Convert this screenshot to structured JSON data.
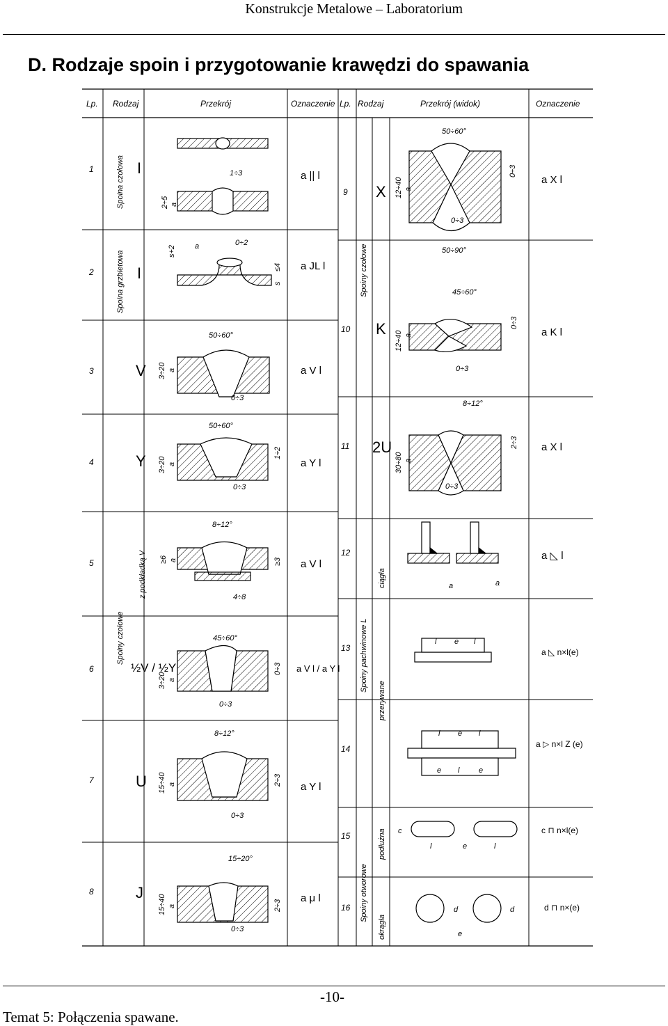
{
  "header": {
    "text": "Konstrukcje Metalowe – Laboratorium"
  },
  "title": "D.  Rodzaje spoin i przygotowanie krawędzi do spawania",
  "table": {
    "headers_left": [
      "Lp.",
      "Rodzaj",
      "Przekrój",
      "Oznaczenie"
    ],
    "headers_right": [
      "Lp.",
      "Rodzaj",
      "Przekrój (widok)",
      "Oznaczenie"
    ],
    "groups_left": {
      "spoina_czolowa": "Spoina czołowa",
      "spoina_grzbietowa": "Spoina grzbietowa",
      "spoiny_czolowe": "Spoiny czołowe",
      "z_podkladka": "z podkładką V"
    },
    "groups_right": {
      "spoiny_czolowe": "Spoiny czołowe",
      "spoiny_pachwinowe": "Spoiny pachwinowe L",
      "ciagla": "ciągła",
      "przerywane": "przerywane",
      "spoiny_otworowe": "Spoiny otworowe",
      "podluzna": "podłużna",
      "okragla": "okrągła"
    },
    "rows_left": [
      {
        "lp": "1",
        "type": "I",
        "symbol": "a || l"
      },
      {
        "lp": "2",
        "type": "I",
        "symbol": "a JL l"
      },
      {
        "lp": "3",
        "type": "V",
        "symbol": "a V l"
      },
      {
        "lp": "4",
        "type": "Y",
        "symbol": "a Y l"
      },
      {
        "lp": "5",
        "type": "",
        "symbol": "a V l"
      },
      {
        "lp": "6",
        "type": "½V / ½Y",
        "symbol": "a V l / a Y l"
      },
      {
        "lp": "7",
        "type": "U",
        "symbol": "a Y l"
      },
      {
        "lp": "8",
        "type": "J",
        "symbol": "a μ l"
      }
    ],
    "rows_right": [
      {
        "lp": "9",
        "type": "X",
        "symbol": "a X l"
      },
      {
        "lp": "10",
        "type": "K",
        "symbol": "a K l"
      },
      {
        "lp": "11",
        "type": "2U",
        "symbol": "a X l"
      },
      {
        "lp": "12",
        "type": "",
        "symbol": "a ◺ l"
      },
      {
        "lp": "13",
        "type": "",
        "symbol": "a ◺ n×l(e)"
      },
      {
        "lp": "14",
        "type": "",
        "symbol": "a ▷ n×l Z (e)"
      },
      {
        "lp": "15",
        "type": "",
        "symbol": "c ⊓ n×l(e)"
      },
      {
        "lp": "16",
        "type": "",
        "symbol": "d ⊓ n×(e)"
      }
    ],
    "dims": {
      "r1": [
        "1÷3",
        "2÷5",
        "a"
      ],
      "r2": [
        "s+2",
        "a",
        "0÷2",
        "s",
        "≤4"
      ],
      "r3": [
        "50÷60°",
        "3÷20",
        "a",
        "0÷3"
      ],
      "r4": [
        "50÷60°",
        "3÷20",
        "a",
        "1÷2",
        "0÷3"
      ],
      "r5": [
        "8÷12°",
        "≥6",
        "a",
        "≥3",
        "4÷8"
      ],
      "r6": [
        "45÷60°",
        "3÷20",
        "a",
        "0÷3",
        "0÷3"
      ],
      "r7": [
        "8÷12°",
        "15÷40",
        "a",
        "2÷3",
        "0÷3"
      ],
      "r8": [
        "15÷20°",
        "15÷40",
        "a",
        "2÷3",
        "0÷3"
      ],
      "r9": [
        "50÷60°",
        "12÷40",
        "a",
        "0÷3",
        "0÷3",
        "50÷90°"
      ],
      "r10": [
        "45÷60°",
        "12÷40",
        "a",
        "0÷3",
        "0÷3"
      ],
      "r11": [
        "8÷12°",
        "30÷80",
        "a",
        "2÷3",
        "0÷3"
      ],
      "r12": [
        "a",
        "a"
      ],
      "r13": [
        "l",
        "e",
        "l"
      ],
      "r14": [
        "l",
        "e",
        "l",
        "e",
        "l",
        "e"
      ],
      "r15": [
        "c",
        "l",
        "e",
        "l"
      ],
      "r16": [
        "d",
        "d",
        "e"
      ]
    }
  },
  "footer": {
    "page": "-10-",
    "topic": "Temat 5:  Połączenia spawane."
  }
}
